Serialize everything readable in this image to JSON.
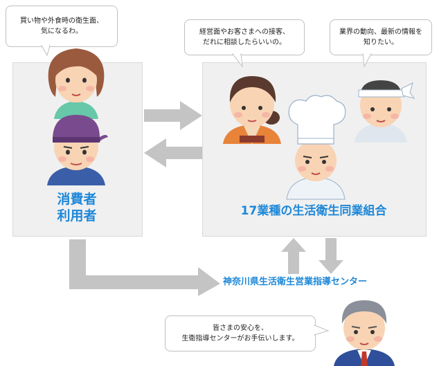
{
  "bubbles": {
    "consumer": "買い物や外食時の衛生面、\n気になるわ。",
    "owner": "経営面やお客さまへの接客、\nだれに相談したらいいの。",
    "cook": "業界の動向、最新の情報を\n知りたい。",
    "center": "皆さまの安心を、\n生衛指導センターがお手伝いします。"
  },
  "labels": {
    "consumer_line1": "消費者",
    "consumer_line2": "利用者",
    "union": "17業種の生活衛生同業組合",
    "center": "神奈川県生活衛生営業指導センター"
  },
  "colors": {
    "accent": "#1e88d8",
    "arrow": "#c4c4c4",
    "panel": "#f0f0f0"
  }
}
